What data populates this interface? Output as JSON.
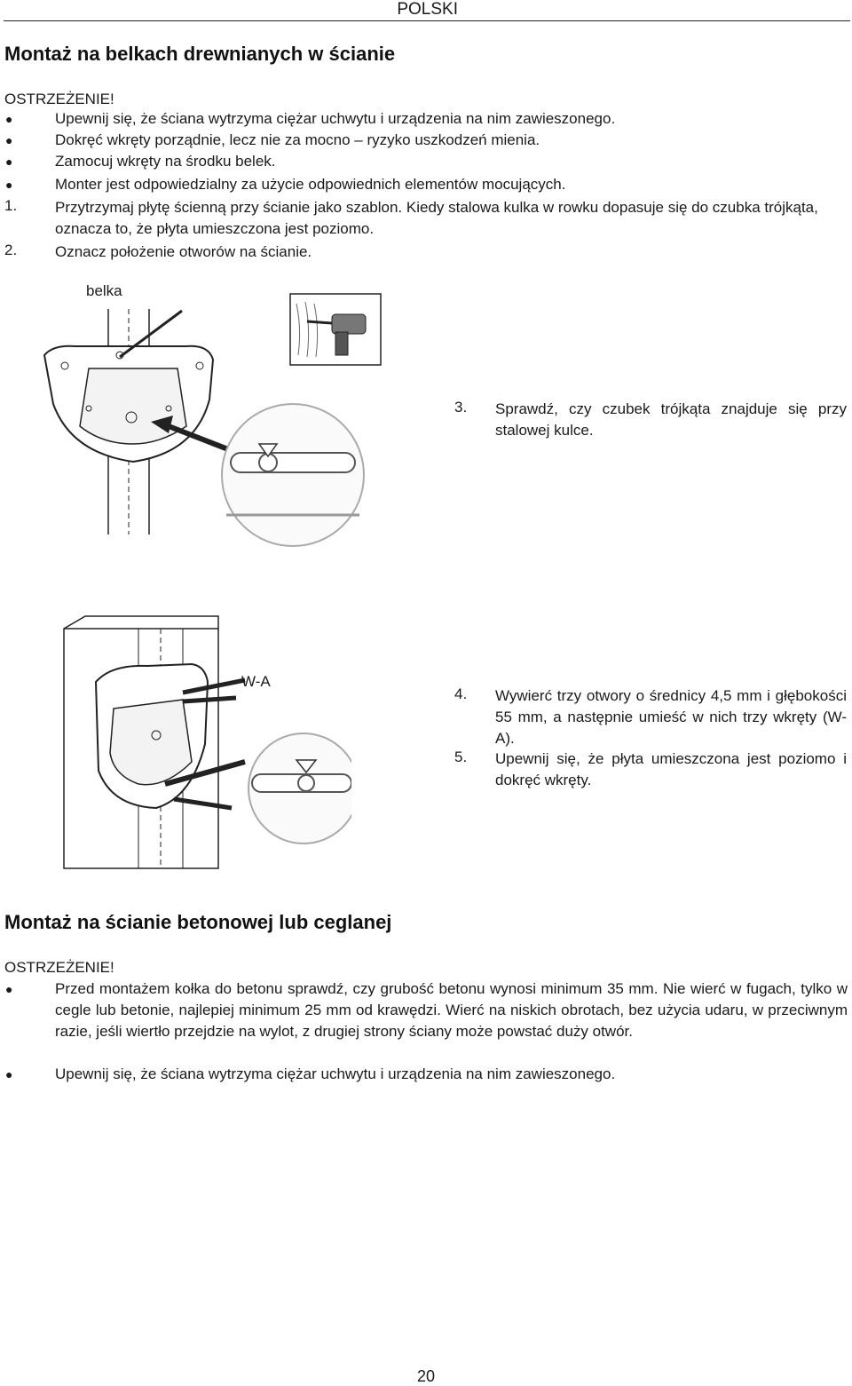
{
  "header": {
    "language": "POLSKI"
  },
  "section1": {
    "title": "Montaż na belkach drewnianych w ścianie",
    "warning_label": "OSTRZEŻENIE!",
    "bullets": [
      "Upewnij się, że ściana wytrzyma ciężar uchwytu i urządzenia na nim zawieszonego.",
      "Dokręć wkręty porządnie, lecz nie za mocno – ryzyko uszkodzeń mienia.",
      "Zamocuj wkręty na środku belek.",
      "Monter jest odpowiedzialny za użycie odpowiednich elementów mocujących."
    ],
    "steps": [
      {
        "num": "1.",
        "text": "Przytrzymaj płytę ścienną przy ścianie jako szablon. Kiedy stalowa kulka w rowku dopasuje się do czubka trójkąta, oznacza to, że płyta umieszczona jest poziomo."
      },
      {
        "num": "2.",
        "text": "Oznacz położenie otworów na ścianie."
      }
    ],
    "figure1_label": "belka",
    "step3": {
      "num": "3.",
      "text": "Sprawdź, czy czubek trójkąta znajduje się przy stalowej kulce."
    },
    "figure2_label": "W-A",
    "step4": {
      "num": "4.",
      "text": "Wywierć trzy otwory o średnicy 4,5 mm i głębokości 55 mm, a następnie umieść w nich trzy wkręty (W-A)."
    },
    "step5": {
      "num": "5.",
      "text": "Upewnij się, że płyta umieszczona jest poziomo i dokręć wkręty."
    }
  },
  "section2": {
    "title": "Montaż na ścianie betonowej lub ceglanej",
    "warning_label": "OSTRZEŻENIE!",
    "bullets": [
      "Przed montażem kołka do betonu sprawdź, czy grubość betonu wynosi minimum 35 mm. Nie wierć w fugach, tylko w cegle lub betonie, najlepiej minimum 25 mm od krawędzi. Wierć na niskich obrotach, bez użycia udaru, w przeciwnym razie, jeśli wiertło przejdzie na wylot, z drugiej strony ściany może powstać duży otwór.",
      "Upewnij się, że ściana wytrzyma ciężar uchwytu i urządzenia na nim zawieszonego."
    ]
  },
  "footer": {
    "page_number": "20"
  }
}
